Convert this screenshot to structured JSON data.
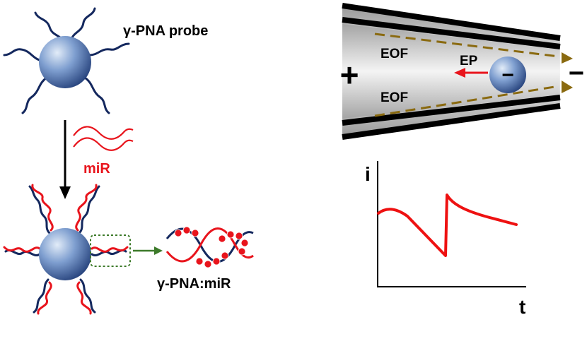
{
  "labels": {
    "probe": "γ-PNA probe",
    "mir": "miR",
    "duplex": "γ-PNA:miR",
    "eof_top": "EOF",
    "eof_bottom": "EOF",
    "ep": "EP",
    "plus": "+",
    "minus": "−",
    "bead_charge": "−",
    "axis_y": "i",
    "axis_x": "t"
  },
  "colors": {
    "strand_blue": "#14285e",
    "strand_red": "#e8141c",
    "bead_light": "#d8e4f4",
    "bead_dark": "#2a4680",
    "eof_arrow": "#8a6a10",
    "box_green": "#3d7a2a",
    "current_trace": "#ee1111"
  },
  "icons": {
    "bead": "nanoparticle-bead",
    "probe_strands": "pna-probe-strands",
    "duplex": "double-helix-duplex",
    "nanopipette": "conical-nanopipette",
    "current_trace": "current-vs-time-trace"
  }
}
